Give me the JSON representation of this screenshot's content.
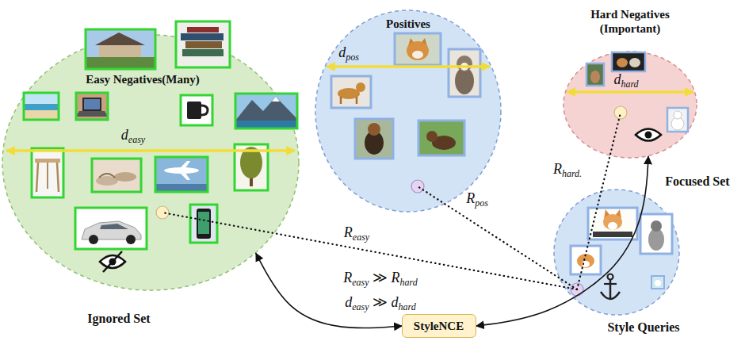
{
  "diagram": {
    "nodes": [
      {
        "text": [
          "Easy Negatives(Many)",
          "deasy",
          "Ignored Set"
        ]
      },
      {
        "text": [
          "Positives",
          "dpos"
        ]
      },
      {
        "text": [
          "Hard Negatives (Important)",
          "dhard",
          "Focused Set"
        ]
      },
      {
        "text": [
          "Style Queries"
        ]
      },
      {
        "text": [
          "StyleNCE"
        ]
      }
    ],
    "edges": [
      {
        "from": 3,
        "to": 0,
        "label": "Reasy",
        "arrow": "none"
      },
      {
        "from": 3,
        "to": 1,
        "label": "Rpos",
        "arrow": "none"
      },
      {
        "from": 3,
        "to": 2,
        "label": "Rhard.",
        "arrow": "none"
      },
      {
        "from": 4,
        "to": 0,
        "arrow": "both"
      },
      {
        "from": 4,
        "to": 2,
        "arrow": "both"
      }
    ],
    "labels": [
      "Reasy ≫ Rhard",
      "deasy ≫ dhard"
    ]
  }
}
